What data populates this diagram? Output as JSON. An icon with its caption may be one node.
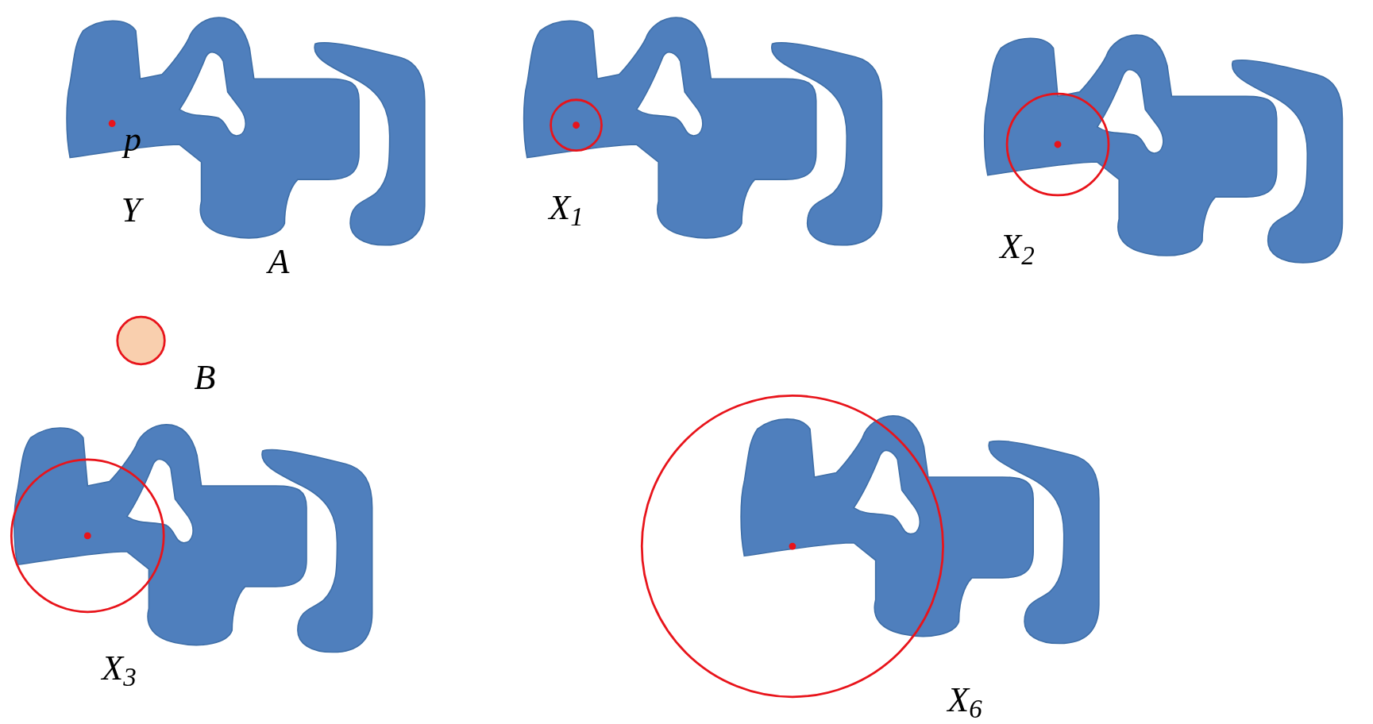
{
  "diagram": {
    "labels": [
      "p",
      "Y",
      "A",
      "B",
      "X$_{1}$",
      "X$_{2}$",
      "X$_{3}$",
      "X$_{6}$"
    ]
  }
}
